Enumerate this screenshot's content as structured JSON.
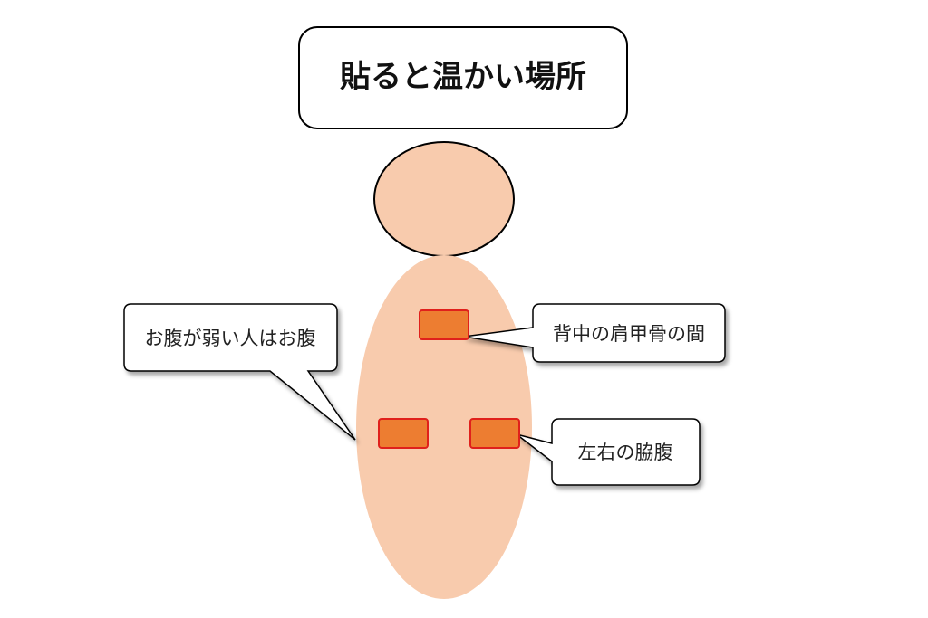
{
  "diagram": {
    "title": "貼ると温かい場所",
    "callouts": {
      "stomach": "お腹が弱い人はお腹",
      "shoulder_blades": "背中の肩甲骨の間",
      "flanks": "左右の脇腹"
    }
  },
  "colors": {
    "body_fill": "#F8CBAD",
    "patch_fill": "#ED7D31",
    "patch_border": "#E0201B",
    "outline": "#000000",
    "background": "#FFFFFF"
  }
}
